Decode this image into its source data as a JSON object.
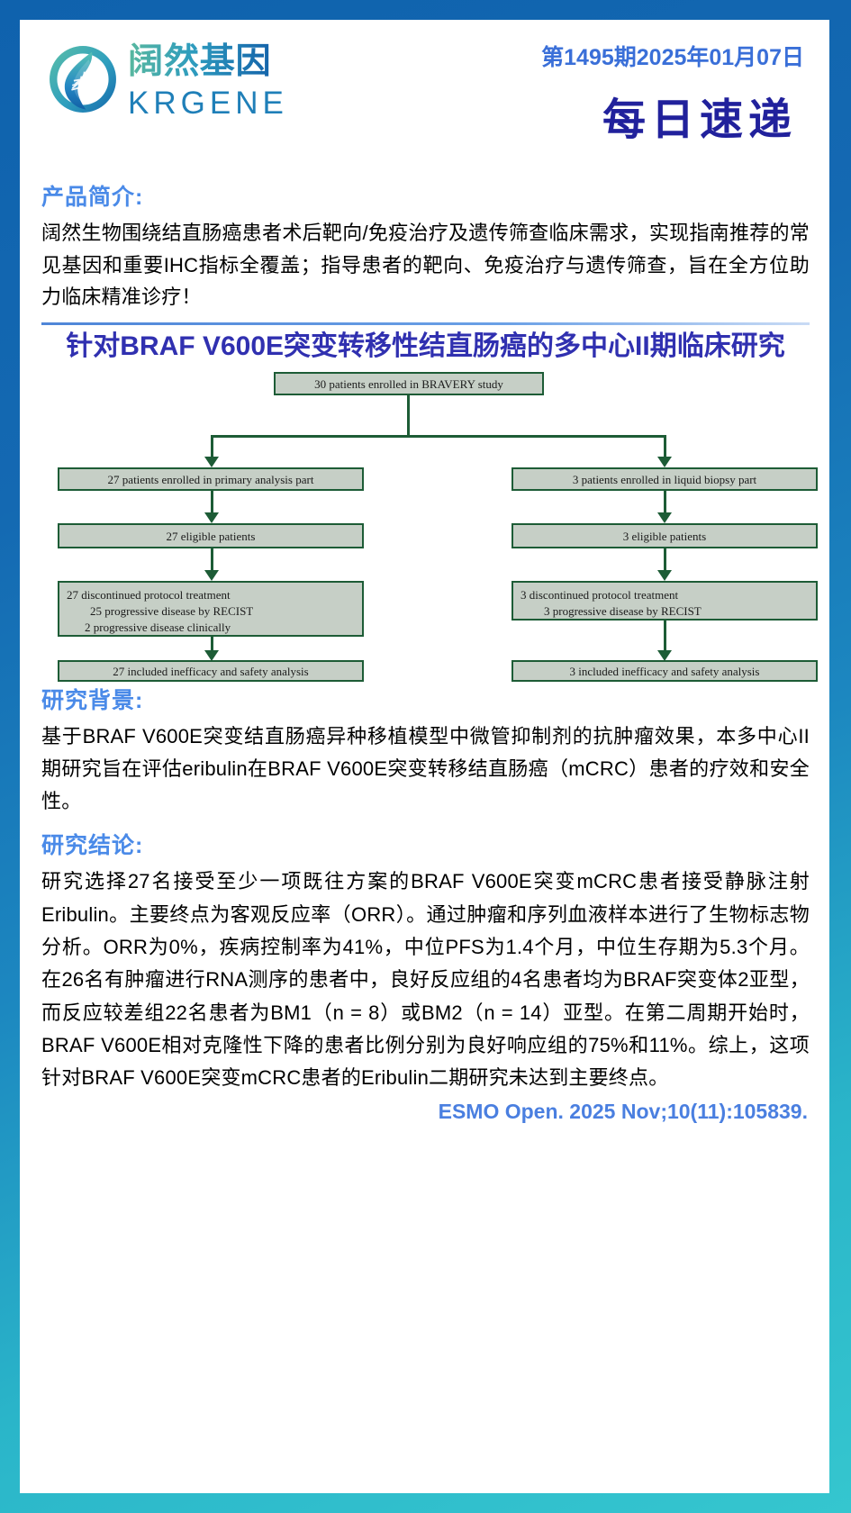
{
  "header": {
    "logo_cn": "阔然基因",
    "logo_en": "KRGENE",
    "issue_date": "第1495期2025年01月07日",
    "daily_title": "每日速递"
  },
  "product_intro": {
    "heading": "产品简介:",
    "body": "阔然生物围绕结直肠癌患者术后靶向/免疫治疗及遗传筛查临床需求，实现指南推荐的常见基因和重要IHC指标全覆盖；指导患者的靶向、免疫治疗与遗传筛查，旨在全方位助力临床精准诊疗！"
  },
  "study_title": "针对BRAF V600E突变转移性结直肠癌的多中心II期临床研究",
  "flowchart": {
    "top_box": "30 patients enrolled in BRAVERY study",
    "left": {
      "enrolled": "27 patients enrolled in primary analysis part",
      "eligible": "27 eligible patients",
      "discontinued_line1": "27 discontinued protocol treatment",
      "discontinued_line2": "25 progressive disease by RECIST",
      "discontinued_line3": "2  progressive disease clinically",
      "included": "27 included inefficacy and safety analysis"
    },
    "right": {
      "enrolled": "3 patients enrolled in liquid biopsy part",
      "eligible": "3 eligible patients",
      "discontinued_line1": "3 discontinued protocol treatment",
      "discontinued_line2": "3 progressive disease by RECIST",
      "included": "3 included inefficacy and safety analysis"
    }
  },
  "background": {
    "heading": "研究背景:",
    "body": "基于BRAF V600E突变结直肠癌异种移植模型中微管抑制剂的抗肿瘤效果，本多中心II期研究旨在评估eribulin在BRAF V600E突变转移结直肠癌（mCRC）患者的疗效和安全性。"
  },
  "conclusion": {
    "heading": "研究结论:",
    "body": "研究选择27名接受至少一项既往方案的BRAF V600E突变mCRC患者接受静脉注射Eribulin。主要终点为客观反应率（ORR）。通过肿瘤和序列血液样本进行了生物标志物分析。ORR为0%，疾病控制率为41%，中位PFS为1.4个月，中位生存期为5.3个月。在26名有肿瘤进行RNA测序的患者中，良好反应组的4名患者均为BRAF突变体2亚型，而反应较差组22名患者为BM1（n = 8）或BM2（n = 14）亚型。在第二周期开始时，BRAF V600E相对克隆性下降的患者比例分别为良好响应组的75%和11%。综上，这项针对BRAF V600E突变mCRC患者的Eribulin二期研究未达到主要终点。"
  },
  "citation": "ESMO Open. 2025 Nov;10(11):105839.",
  "colors": {
    "frame_blue": "#1068b0",
    "frame_teal": "#35c6cf",
    "heading_blue": "#4a8ae8",
    "title_indigo": "#3030b0",
    "flow_green": "#1d5c36",
    "flow_fill": "#c6cfc6"
  }
}
